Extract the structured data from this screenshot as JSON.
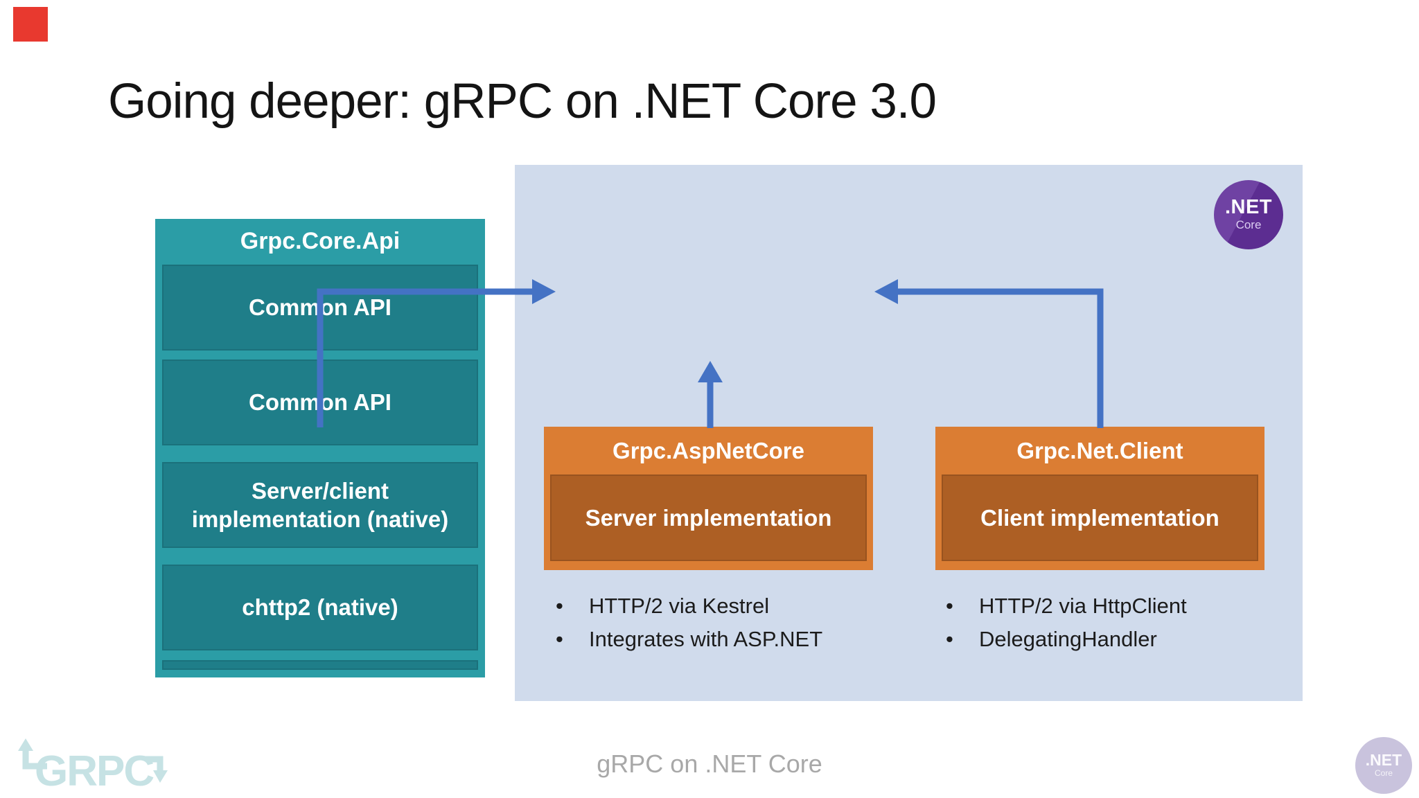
{
  "title": "Going deeper: gRPC on .NET Core 3.0",
  "core_stack": {
    "header": "Grpc.Core.Api",
    "layers": [
      "Common API",
      "Common API",
      "Server/client implementation (native)",
      "chttp2 (native)"
    ]
  },
  "panel": {
    "aspnetcore": {
      "header": "Grpc.AspNetCore",
      "body": "Server implementation",
      "bullets": [
        "HTTP/2 via Kestrel",
        "Integrates with ASP.NET"
      ]
    },
    "netclient": {
      "header": "Grpc.Net.Client",
      "body": "Client implementation",
      "bullets": [
        "HTTP/2 via HttpClient",
        "DelegatingHandler"
      ]
    }
  },
  "net_core_logo": {
    "name": ".NET",
    "sub": "Core"
  },
  "footer": {
    "text": "gRPC on .NET Core"
  },
  "footer_logos": {
    "grpc": "GRPC",
    "net": ".NET",
    "net_sub": "Core"
  },
  "colors": {
    "teal_outer": "#2b9da6",
    "teal_inner": "#1f7e89",
    "orange_outer": "#db7d33",
    "orange_inner": "#ad5f24",
    "panel_bg": "#d0dbec",
    "arrow_blue": "#4472c4",
    "net_purple": "#5c2d91",
    "footer_gray": "#a8a8a8",
    "grpc_logo_pale": "#c6e2e4",
    "recording_red": "#e8392f"
  }
}
